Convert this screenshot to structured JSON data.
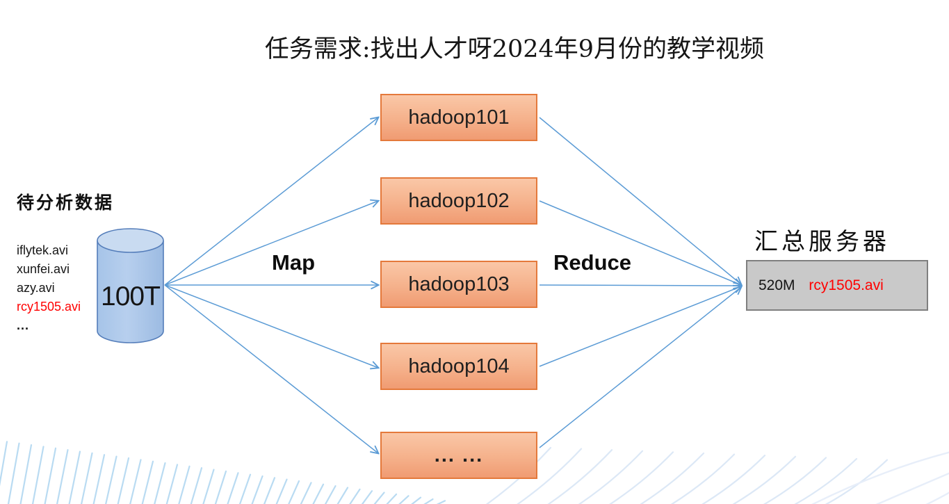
{
  "title": "任务需求:找出人才呀2024年9月份的教学视频",
  "source": {
    "label": "待分析数据",
    "capacity": "100T",
    "files": [
      "iflytek.avi",
      "xunfei.avi",
      "azy.avi",
      "rcy1505.avi",
      "..."
    ],
    "highlighted_file": "rcy1505.avi"
  },
  "map_label": "Map",
  "reduce_label": "Reduce",
  "nodes": [
    "hadoop101",
    "hadoop102",
    "hadoop103",
    "hadoop104",
    "... ..."
  ],
  "summary": {
    "label": "汇总服务器",
    "size": "520M",
    "file": "rcy1505.avi"
  },
  "colors": {
    "arrow": "#5B9BD5",
    "node_fill_top": "#FAC7A7",
    "node_fill_bottom": "#F09B72",
    "node_border": "#E4793B",
    "cylinder_fill": "#A9C5E8",
    "cylinder_top": "#C9DBF1",
    "cylinder_border": "#547DBA",
    "summary_fill": "#C9C9C9",
    "summary_border": "#7F7F7F",
    "highlight_text": "#FF0000",
    "stripe_left": "#B9DBF2",
    "stripe_right": "#DCE8F6",
    "stripe_right_faint": "#E7EEF9"
  }
}
